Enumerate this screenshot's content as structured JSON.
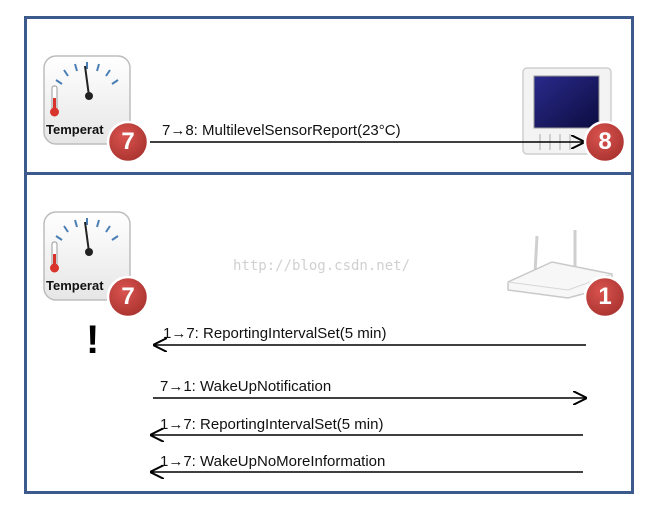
{
  "top_panel": {
    "device_label": "Temperat",
    "sensor_node_id": "7",
    "display_node_id": "8",
    "message": "7→8: MultilevelSensorReport(23°C)"
  },
  "bottom_panel": {
    "device_label": "Temperat",
    "sensor_node_id": "7",
    "controller_node_id": "1",
    "alert_symbol": "!",
    "watermark": "http://blog.csdn.net/",
    "messages": [
      {
        "text": "1→7: ReportingIntervalSet(5 min)",
        "direction": "left"
      },
      {
        "text": "7→1: WakeUpNotification",
        "direction": "right"
      },
      {
        "text": "1→7: ReportingIntervalSet(5 min)",
        "direction": "left"
      },
      {
        "text": "1→7: WakeUpNoMoreInformation",
        "direction": "left"
      }
    ]
  },
  "colors": {
    "border": "#3d5a8c",
    "badge": "#c0392b",
    "screen": "#1a1a6e"
  }
}
